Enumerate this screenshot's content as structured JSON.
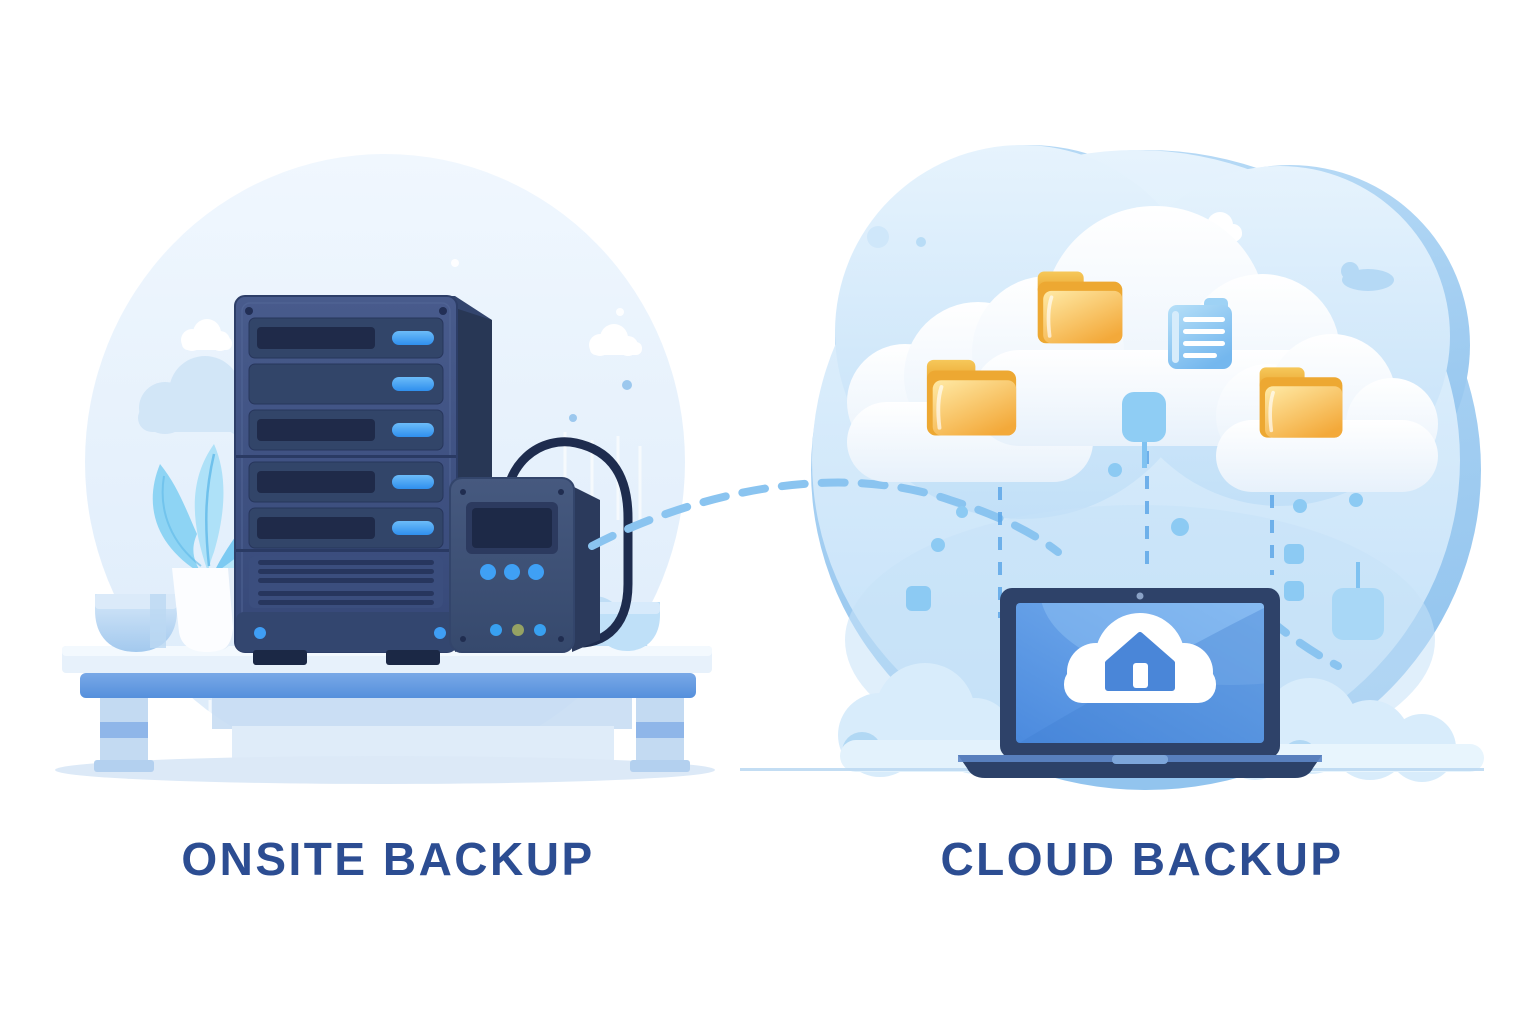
{
  "title": "Onsite backup versus cloud backup illustration",
  "labels": {
    "onsite": "ONSITE BACKUP",
    "cloud": "CLOUD BACKUP"
  },
  "colors": {
    "background": "#ffffff",
    "label_text": "#2c4d92",
    "server_body": "#3f5584",
    "server_slot": "#1f2a49",
    "led_blue": "#3f9ef5",
    "status_green": "#95a263",
    "folder_orange": "#f3a93a",
    "document_blue": "#7fc0ee",
    "cloud_blob_blue": "#a9d3f2",
    "white_cloud": "#ffffff",
    "laptop_body": "#2e4269",
    "laptop_screen": "#5d9ce6",
    "home_icon_blue": "#4a86d8",
    "dashed_line": "#8ac4f0",
    "table_blue": "#5e96df",
    "plant_aqua": "#8ed4f4"
  },
  "scenes": {
    "onsite": {
      "label": "ONSITE BACKUP",
      "items": [
        "background-circle",
        "background-clouds",
        "table",
        "bowl-icon",
        "plant-icon",
        "server-rack-icon",
        "external-drive-icon",
        "cable"
      ]
    },
    "cloud": {
      "label": "CLOUD BACKUP",
      "items": [
        "cloud-blob",
        "white-cloud",
        "folder-icon",
        "document-icon",
        "connector-node",
        "data-stream",
        "laptop-icon",
        "cloud-home-icon",
        "dashed-connection-line"
      ]
    }
  }
}
